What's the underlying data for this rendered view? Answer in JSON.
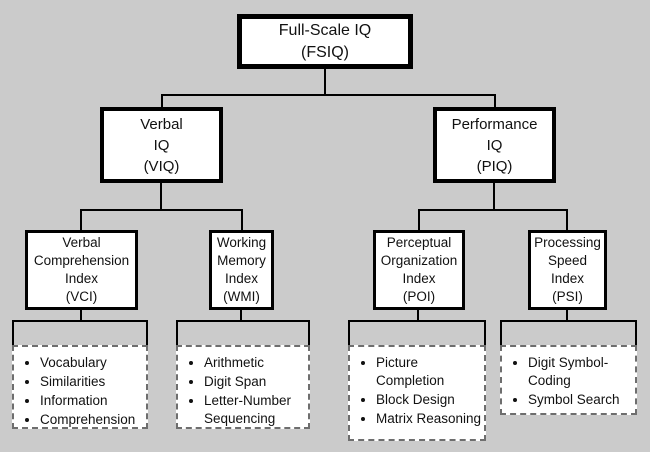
{
  "colors": {
    "background": "#cbcbcb",
    "box_fill": "#ffffff",
    "box_border": "#000000",
    "connector": "#000000",
    "dashed_border": "#6e6e6e",
    "text": "#111111"
  },
  "nodes": {
    "fsiq": "Full-Scale IQ\n(FSIQ)",
    "viq": "Verbal\nIQ\n(VIQ)",
    "piq": "Performance\nIQ\n(PIQ)",
    "vci": "Verbal\nComprehension\nIndex\n(VCI)",
    "wmi": "Working\nMemory\nIndex\n(WMI)",
    "poi": "Perceptual\nOrganization\nIndex\n(POI)",
    "psi": "Processing\nSpeed\nIndex\n(PSI)"
  },
  "subtests": {
    "vci": [
      "Vocabulary",
      "Similarities",
      "Information",
      "Comprehension"
    ],
    "wmi": [
      "Arithmetic",
      "Digit Span",
      "Letter-Number Sequencing"
    ],
    "poi": [
      "Picture Completion",
      "Block Design",
      "Matrix Reasoning"
    ],
    "psi": [
      "Digit Symbol-Coding",
      "Symbol Search"
    ]
  }
}
